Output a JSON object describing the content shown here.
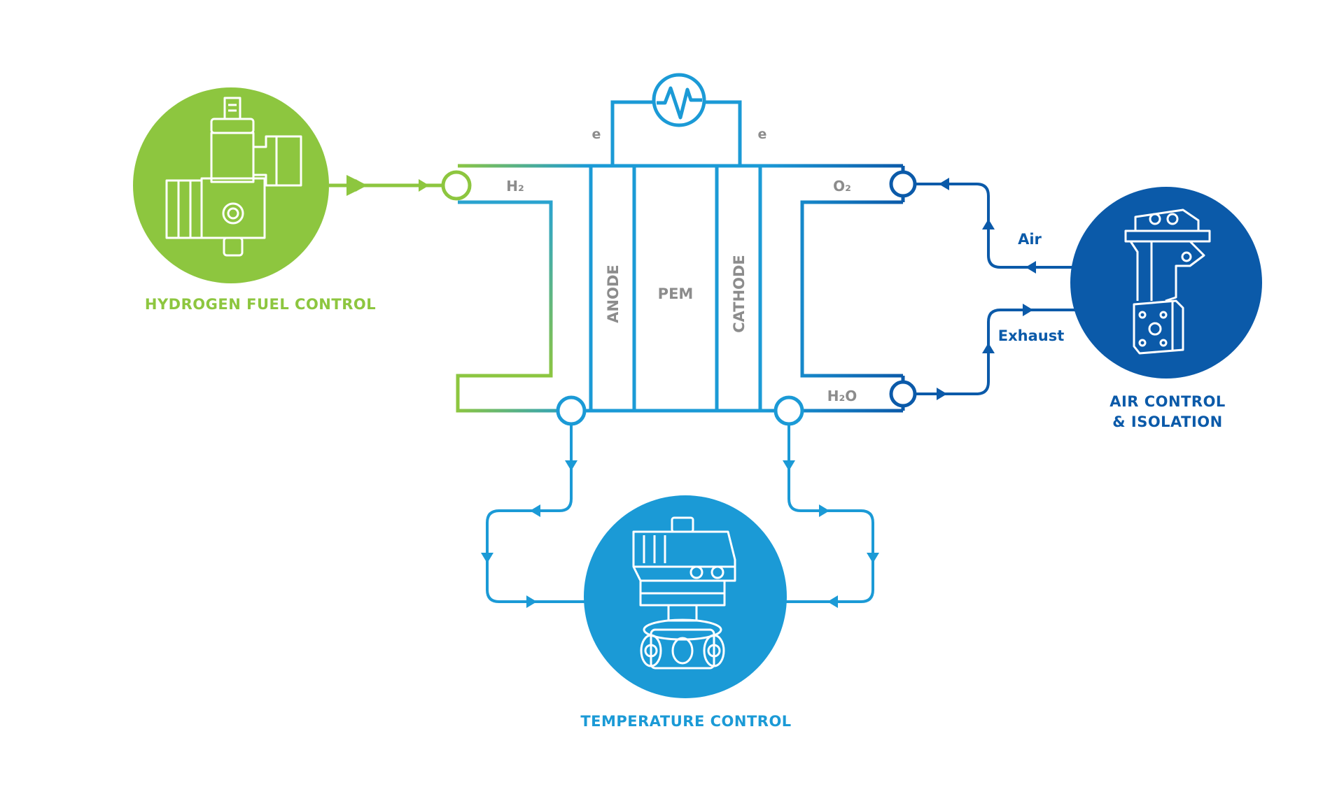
{
  "colors": {
    "green": "#8dc63f",
    "light_blue": "#1b9ad6",
    "mid_blue": "#1f7ec9",
    "dark_blue": "#0b5aa9",
    "gray": "#8c8c8c",
    "white": "#ffffff"
  },
  "labels": {
    "electron_left": "e",
    "electron_right": "e",
    "h2_in": "H₂",
    "o2_in": "O₂",
    "h2o_out": "H₂O",
    "anode": "ANODE",
    "pem": "PEM",
    "cathode": "CATHODE",
    "air": "Air",
    "exhaust": "Exhaust"
  },
  "controls": {
    "hydrogen": {
      "title": "HYDROGEN FUEL CONTROL",
      "icon": "solenoid-valve-icon"
    },
    "temperature": {
      "title": "TEMPERATURE CONTROL",
      "icon": "actuated-valve-icon"
    },
    "air": {
      "title_line1": "AIR CONTROL",
      "title_line2": "& ISOLATION",
      "icon": "air-valve-icon"
    }
  },
  "load_icon": "electrical-load-icon"
}
